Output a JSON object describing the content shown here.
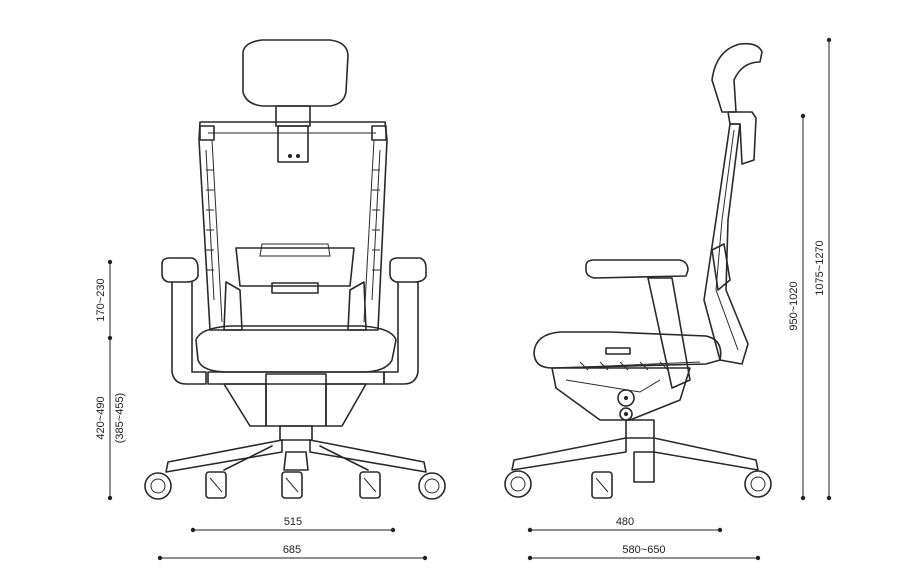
{
  "dimensions": {
    "front_width_seat": "515",
    "front_width_base": "685",
    "side_depth_seat": "480",
    "side_depth_base": "580~650",
    "armrest_height": "170~230",
    "seat_height": "420~490",
    "seat_height_alt": "(385~455)",
    "back_height": "950~1020",
    "total_height": "1075~1270"
  },
  "colors": {
    "line": "#2a2a2a",
    "background": "#ffffff"
  }
}
